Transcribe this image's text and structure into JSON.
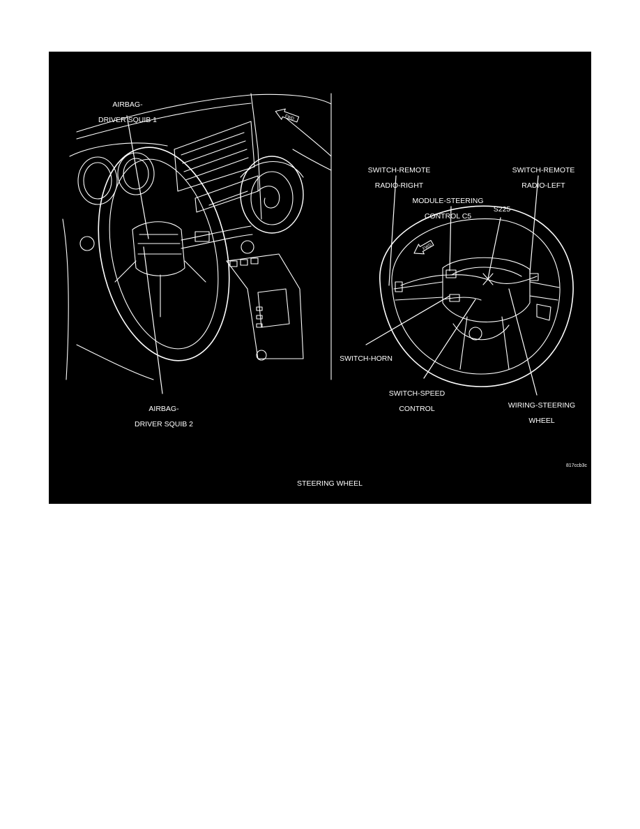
{
  "figure": {
    "caption": "STEERING WHEEL",
    "figure_code": "817ccb3c",
    "colors": {
      "background": "#000000",
      "line_art": "#ffffff"
    },
    "icons": [
      "fwd-arrow-icon",
      "fwd-arrow-icon"
    ],
    "callouts_left": [
      {
        "id": "airbag-driver-squib-1",
        "line1": "AIRBAG-",
        "line2": "DRIVER SQUIB 1"
      },
      {
        "id": "airbag-driver-squib-2",
        "line1": "AIRBAG-",
        "line2": "DRIVER SQUIB 2"
      }
    ],
    "callouts_right": [
      {
        "id": "switch-remote-radio-right",
        "line1": "SWITCH-REMOTE",
        "line2": "RADIO-RIGHT"
      },
      {
        "id": "switch-remote-radio-left",
        "line1": "SWITCH-REMOTE",
        "line2": "RADIO-LEFT"
      },
      {
        "id": "module-steering-control-c5",
        "line1": "MODULE-STEERING",
        "line2": "CONTROL C5"
      },
      {
        "id": "s225",
        "line1": "S225",
        "line2": ""
      },
      {
        "id": "switch-horn",
        "line1": "SWITCH-HORN",
        "line2": ""
      },
      {
        "id": "switch-speed-control",
        "line1": "SWITCH-SPEED",
        "line2": "CONTROL"
      },
      {
        "id": "wiring-steering-wheel",
        "line1": "WIRING-STEERING",
        "line2": "WHEEL"
      }
    ]
  }
}
